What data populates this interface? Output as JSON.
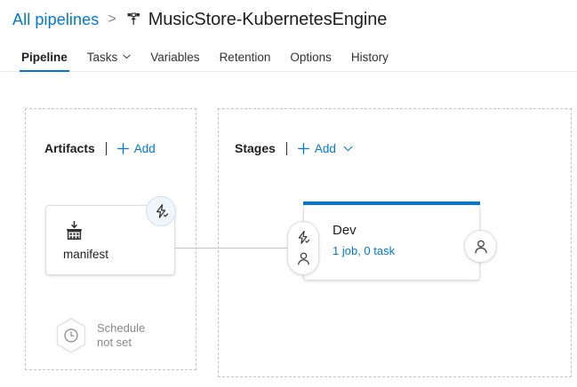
{
  "breadcrumb": {
    "parent_label": "All pipelines",
    "separator": ">",
    "pipeline_icon": "release-pipeline-icon",
    "title": "MusicStore-KubernetesEngine"
  },
  "tabs": [
    {
      "label": "Pipeline",
      "active": true,
      "has_caret": false
    },
    {
      "label": "Tasks",
      "active": false,
      "has_caret": true
    },
    {
      "label": "Variables",
      "active": false,
      "has_caret": false
    },
    {
      "label": "Retention",
      "active": false,
      "has_caret": false
    },
    {
      "label": "Options",
      "active": false,
      "has_caret": false
    },
    {
      "label": "History",
      "active": false,
      "has_caret": false
    }
  ],
  "artifacts": {
    "title": "Artifacts",
    "add_label": "Add",
    "add_icon": "plus-icon",
    "card": {
      "name": "manifest",
      "icon": "publish-artifact-icon",
      "trigger_badge_icon": "lightning-bolt-icon"
    },
    "schedule": {
      "icon": "clock-icon",
      "line1": "Schedule",
      "line2": "not set"
    }
  },
  "stages": {
    "title": "Stages",
    "add_label": "Add",
    "add_icon": "plus-icon",
    "add_caret_icon": "chevron-down-icon",
    "items": [
      {
        "name": "Dev",
        "meta": "1 job, 0 task",
        "pre_deployment_icons": [
          "lightning-bolt-icon",
          "person-icon"
        ],
        "post_deployment_icon": "person-icon",
        "accent_color": "#0078d4"
      }
    ]
  },
  "colors": {
    "accent": "#0078d4",
    "link": "#0078d4",
    "text": "#201f1e",
    "muted": "#8a8886",
    "panel_border": "#c8c6c4",
    "card_border": "#e1dfdd",
    "badge_fill": "#eff6fc"
  }
}
